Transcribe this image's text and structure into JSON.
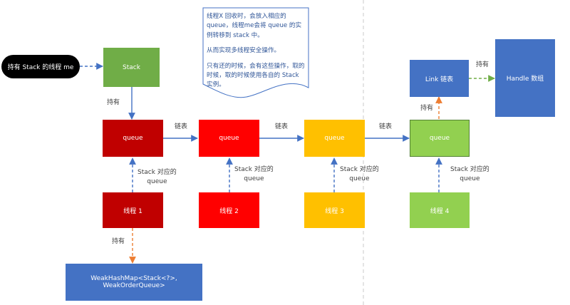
{
  "holder": {
    "label": "持有 Stack 的线程 me"
  },
  "stack": {
    "label": "Stack"
  },
  "note": {
    "paragraphs": [
      "线程X 回收时，会放入相应的 queue，线程me会将 queue 的实例转移到 stack 中。",
      "从而实现多线程安全操作。",
      "只有还的时候，会有这些操作，取的时候，取的时候使用各自的 Stack 实例。"
    ]
  },
  "queues": [
    {
      "label": "queue",
      "color": "#c00000"
    },
    {
      "label": "queue",
      "color": "#ff0000"
    },
    {
      "label": "queue",
      "color": "#ffc000"
    },
    {
      "label": "queue",
      "color": "#92d050"
    }
  ],
  "threads": [
    {
      "label": "线程 1",
      "color": "#c00000"
    },
    {
      "label": "线程 2",
      "color": "#ff0000"
    },
    {
      "label": "线程 3",
      "color": "#ffc000"
    },
    {
      "label": "线程 4",
      "color": "#92d050"
    }
  ],
  "link": {
    "label": "Link 链表"
  },
  "handle": {
    "label": "Handle 数组"
  },
  "weakmap": {
    "label": "WeakHashMap<Stack<?>, WeakOrderQueue>"
  },
  "edges": {
    "hold": "持有",
    "chain": "链表",
    "stack_of_line1": "Stack 对应的",
    "stack_of_line2": "queue"
  },
  "colors": {
    "stack": "#70ad47",
    "blue": "#4472c4",
    "orange": "#ed7d31",
    "green_arrow": "#70ad47",
    "divider": "#c8c8c8"
  }
}
